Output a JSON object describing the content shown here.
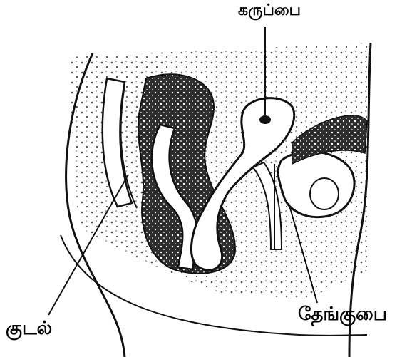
{
  "diagram": {
    "labels": {
      "uterus": "கருப்பை",
      "intestine": "குடல்",
      "bladder": "தேங்குபை"
    },
    "colors": {
      "ink": "#111111",
      "shade": "#3a3a3a",
      "paper": "#ffffff"
    }
  }
}
